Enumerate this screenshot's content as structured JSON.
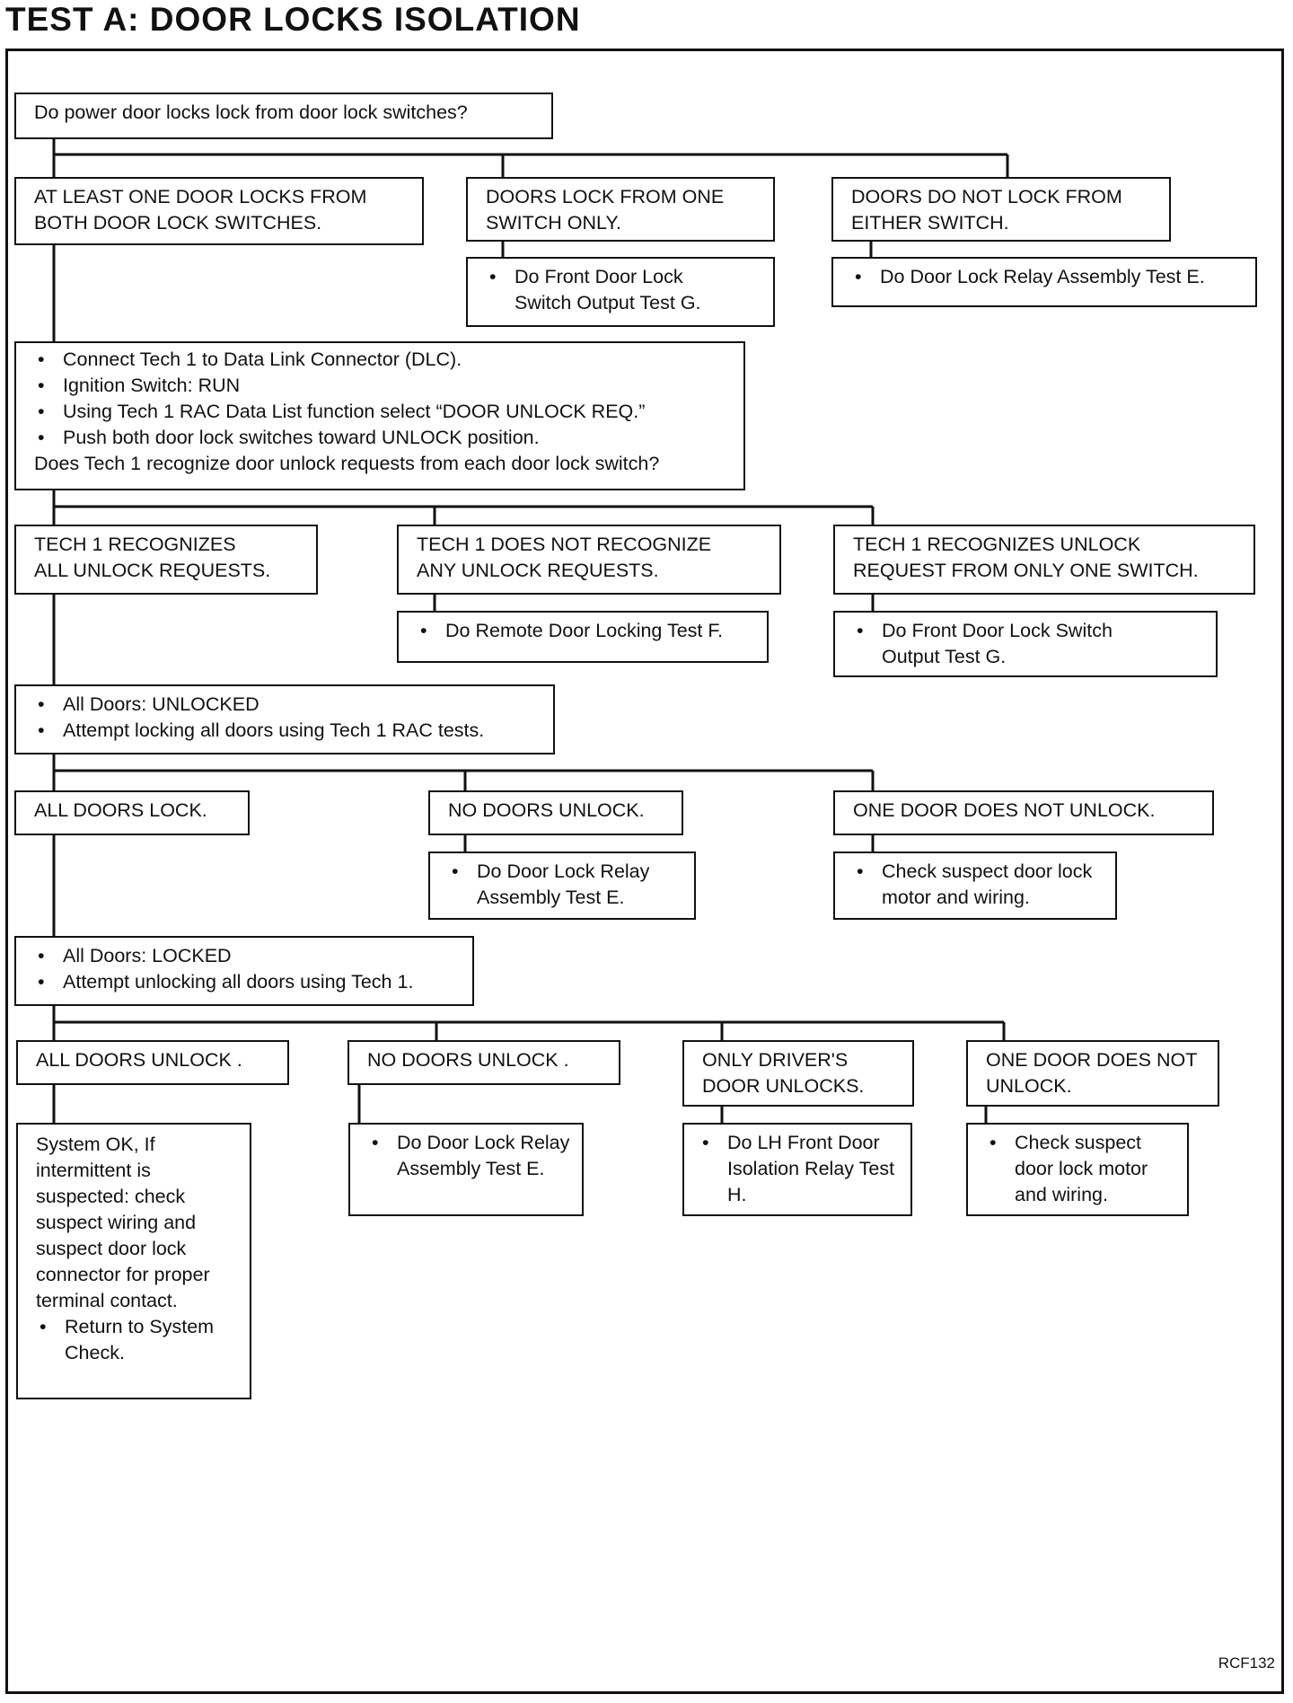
{
  "title": "TEST A: DOOR LOCKS ISOLATION",
  "figure_code": "RCF132",
  "boxes": {
    "q1": [
      "Do power door locks lock from door lock switches?"
    ],
    "r1a": [
      "AT LEAST ONE DOOR LOCKS FROM",
      "BOTH DOOR LOCK SWITCHES."
    ],
    "r1b": [
      "DOORS LOCK FROM ONE",
      "SWITCH ONLY."
    ],
    "r1c": [
      "DOORS DO NOT LOCK FROM",
      "EITHER SWITCH."
    ],
    "a1b": [
      "Do Front Door Lock Switch Output Test G."
    ],
    "a1c": [
      "Do Door Lock Relay Assembly Test E."
    ],
    "step2": {
      "bullets": [
        "Connect Tech 1 to Data Link Connector (DLC).",
        "Ignition Switch:  RUN",
        "Using Tech 1 RAC Data List function select “DOOR UNLOCK REQ.”",
        "Push both door lock switches toward UNLOCK position."
      ],
      "question": "Does Tech 1 recognize door unlock requests from each door lock switch?"
    },
    "r2a": [
      "TECH 1 RECOGNIZES",
      "ALL UNLOCK REQUESTS."
    ],
    "r2b": [
      "TECH 1 DOES NOT RECOGNIZE",
      "ANY UNLOCK REQUESTS."
    ],
    "r2c": [
      "TECH 1 RECOGNIZES UNLOCK",
      "REQUEST FROM ONLY ONE SWITCH."
    ],
    "a2b": [
      "Do Remote Door Locking Test F."
    ],
    "a2c": [
      "Do Front Door Lock Switch Output Test G."
    ],
    "step3": {
      "bullets": [
        "All Doors:  UNLOCKED",
        "Attempt locking all doors using Tech 1 RAC tests."
      ]
    },
    "r3a": [
      "ALL DOORS LOCK."
    ],
    "r3b": [
      "NO DOORS UNLOCK."
    ],
    "r3c": [
      "ONE DOOR DOES NOT UNLOCK."
    ],
    "a3b": [
      "Do Door Lock Relay Assembly Test E."
    ],
    "a3c": [
      "Check suspect door lock motor and wiring."
    ],
    "step4": {
      "bullets": [
        "All Doors:  LOCKED",
        "Attempt unlocking all doors using Tech 1."
      ]
    },
    "r4a": [
      "ALL DOORS UNLOCK ."
    ],
    "r4b": [
      "NO DOORS UNLOCK ."
    ],
    "r4c": [
      "ONLY DRIVER'S",
      "DOOR UNLOCKS."
    ],
    "r4d": [
      "ONE DOOR DOES NOT",
      "UNLOCK."
    ],
    "a4a": {
      "text": "System OK, If intermittent is suspected: check suspect wiring and suspect door lock connector for proper terminal contact.",
      "bullet": "Return to System Check."
    },
    "a4b": [
      "Do Door Lock Relay Assembly Test E."
    ],
    "a4c": [
      "Do LH Front Door Isolation Relay Test H."
    ],
    "a4d": [
      "Check suspect door lock motor and wiring."
    ]
  }
}
